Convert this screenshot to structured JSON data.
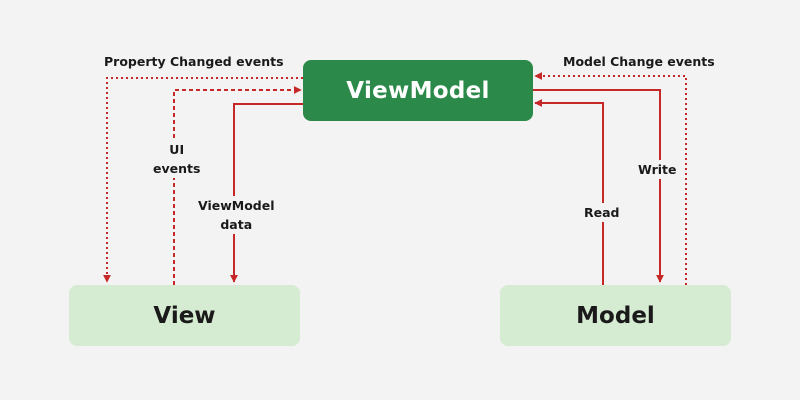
{
  "diagram": {
    "nodes": {
      "viewmodel": "ViewModel",
      "view": "View",
      "model": "Model"
    },
    "edges": {
      "property_changed": "Property Changed events",
      "model_change": "Model Change events",
      "ui_events_line1": "UI",
      "ui_events_line2": "events",
      "viewmodel_data_line1": "ViewModel",
      "viewmodel_data_line2": "data",
      "read": "Read",
      "write": "Write"
    },
    "colors": {
      "arrow": "#c62828",
      "viewmodel_fill": "#2b8a4a",
      "node_fill": "#d6ecd2",
      "background": "#f3f3f3"
    }
  }
}
